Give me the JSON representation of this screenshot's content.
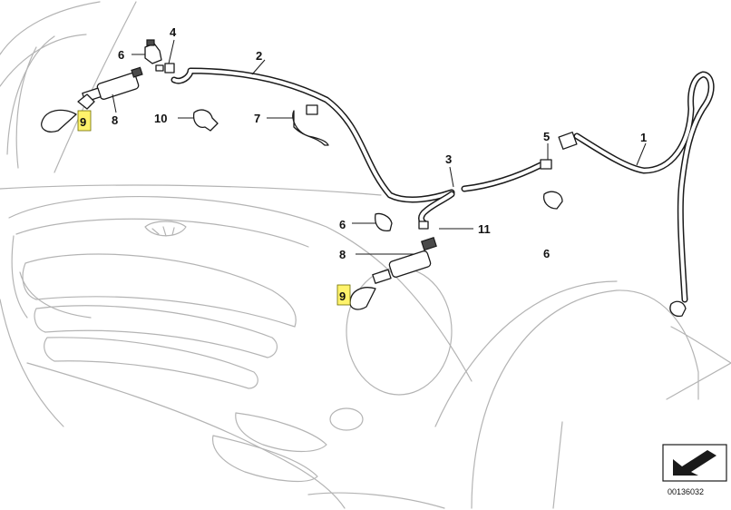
{
  "diagram": {
    "labels": {
      "p1": "1",
      "p2": "2",
      "p3": "3",
      "p4": "4",
      "p5": "5",
      "p6a": "6",
      "p6b": "6",
      "p6c": "6",
      "p7": "7",
      "p8a": "8",
      "p8b": "8",
      "p9a": "9",
      "p9b": "9",
      "p10": "10",
      "p11": "11"
    },
    "highlight_color": "#fff36b",
    "reference_number": "00136032",
    "icons": {
      "arrow": "direction-arrow-icon"
    }
  }
}
